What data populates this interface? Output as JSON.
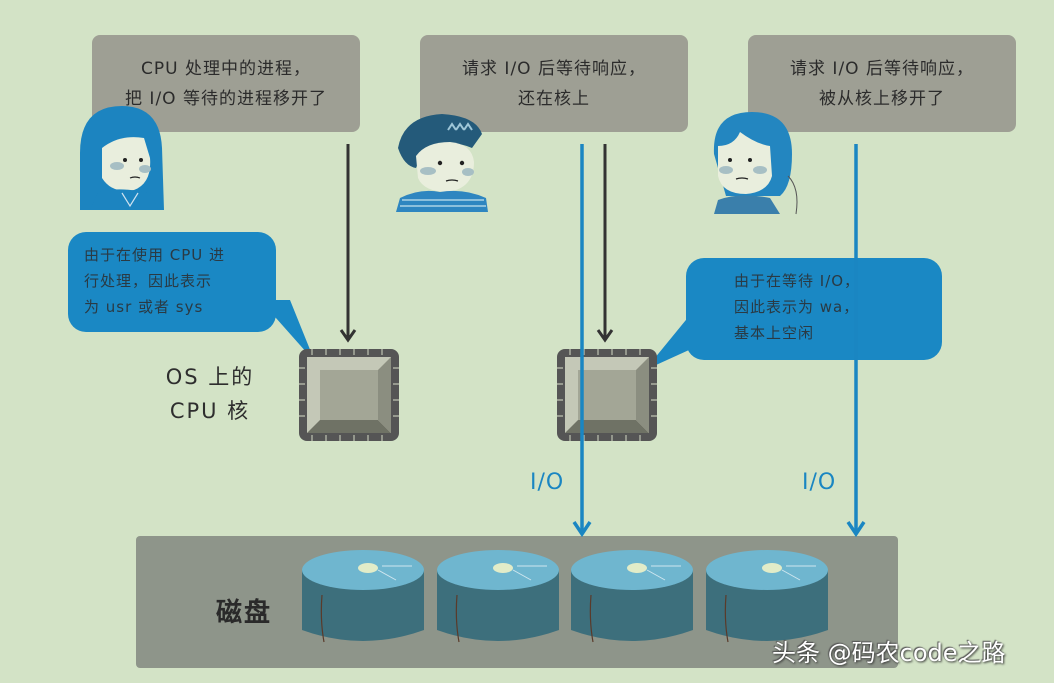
{
  "speech_bubbles": [
    {
      "id": "process-cpu",
      "lines": [
        "CPU 处理中的进程，",
        "把 I/O 等待的进程移开了"
      ]
    },
    {
      "id": "process-io-on-core",
      "lines": [
        "请求 I/O 后等待响应，",
        "还在核上"
      ]
    },
    {
      "id": "process-io-off-core",
      "lines": [
        "请求 I/O 后等待响应，",
        "被从核上移开了"
      ]
    }
  ],
  "callouts": [
    {
      "id": "cpu-usr-sys",
      "lines": [
        "由于在使用 CPU 进",
        "行处理，因此表示",
        "为 usr 或者 sys"
      ]
    },
    {
      "id": "cpu-wa",
      "lines": [
        "由于在等待 I/O，",
        "因此表示为 wa，",
        "基本上空闲"
      ]
    }
  ],
  "labels": {
    "cpu_core": [
      "OS 上的",
      "CPU 核"
    ],
    "io_left": "I/O",
    "io_right": "I/O",
    "disk": "磁盘"
  },
  "characters": [
    {
      "id": "woman-long-hair",
      "role": "CPU 处理中的进程"
    },
    {
      "id": "boy",
      "role": "请求 I/O 后等待响应，还在核上"
    },
    {
      "id": "girl-short-hair",
      "role": "请求 I/O 后等待响应，被从核上移开了"
    }
  ],
  "disks": {
    "count": 4
  },
  "watermark": "头条 @码农code之路",
  "colors": {
    "background": "#d3e3c6",
    "gray_bubble": "#9e9f94",
    "blue_accent": "#1a88c4",
    "disk_band": "#8e958a",
    "disk_top": "#6fb6cf",
    "disk_side": "#3d6f7c",
    "cpu_frame": "#555555",
    "cpu_face": "#a3a696"
  }
}
